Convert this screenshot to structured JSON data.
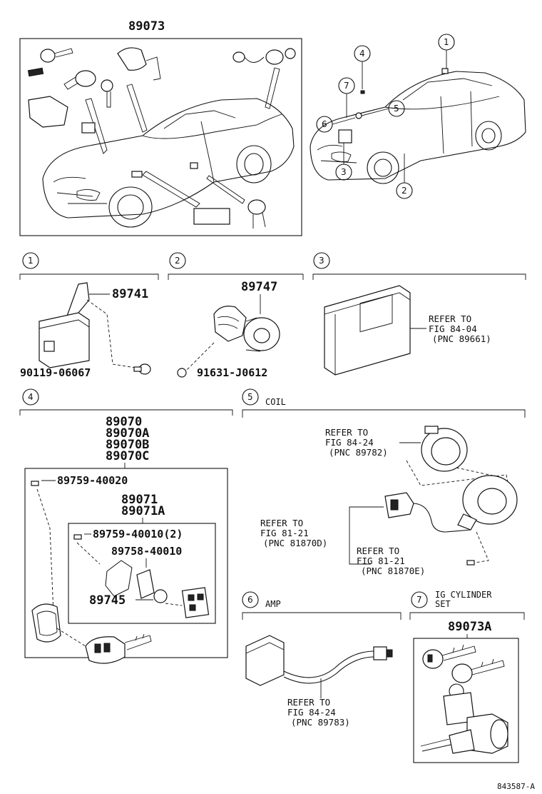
{
  "top_assembly": {
    "part_number": "89073"
  },
  "callouts": [
    "1",
    "2",
    "3",
    "4",
    "5",
    "6",
    "7"
  ],
  "sections": [
    {
      "id": "1",
      "label": "",
      "parts": [
        "89741",
        "90119-06067"
      ]
    },
    {
      "id": "2",
      "label": "",
      "parts": [
        "89747",
        "91631-J0612"
      ]
    },
    {
      "id": "3",
      "label": "",
      "refer": [
        "REFER TO",
        "FIG 84-04",
        "(PNC 89661)"
      ]
    },
    {
      "id": "4",
      "label": "",
      "parts": [
        "89070",
        "89070A",
        "89070B",
        "89070C",
        "89759-40020",
        "89071",
        "89071A",
        "89759-40010(2)",
        "89758-40010",
        "89745"
      ]
    },
    {
      "id": "5",
      "label": "COIL",
      "refer_a": [
        "REFER TO",
        "FIG 84-24",
        "(PNC 89782)"
      ],
      "refer_b": [
        "REFER TO",
        "FIG 81-21",
        "(PNC 81870D)"
      ],
      "refer_c": [
        "REFER TO",
        "FIG 81-21",
        "(PNC 81870E)"
      ]
    },
    {
      "id": "6",
      "label": "AMP",
      "refer": [
        "REFER TO",
        "FIG 84-24",
        "(PNC 89783)"
      ]
    },
    {
      "id": "7",
      "label_line1": "IG CYLINDER",
      "label_line2": "SET",
      "parts": [
        "89073A"
      ]
    }
  ],
  "footer": {
    "code": "843587-A"
  }
}
